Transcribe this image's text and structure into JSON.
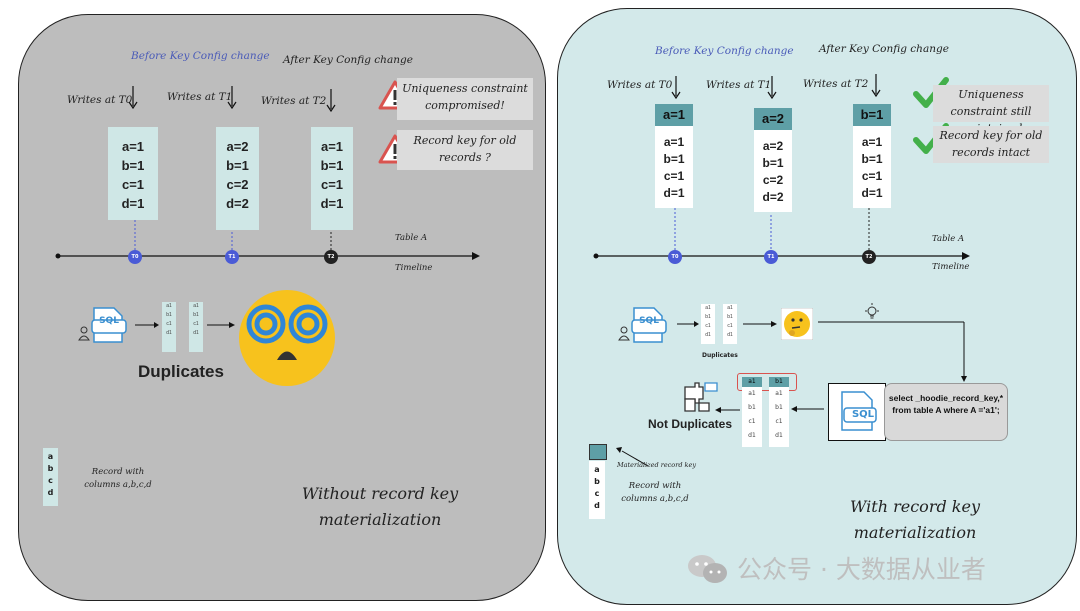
{
  "left": {
    "before_label": "Before Key Config change",
    "after_label": "After Key Config change",
    "writes": [
      "Writes at T0",
      "Writes at T1",
      "Writes at T2"
    ],
    "records": [
      [
        "a=1",
        "b=1",
        "c=1",
        "d=1"
      ],
      [
        "a=2",
        "b=1",
        "c=2",
        "d=2"
      ],
      [
        "a=1",
        "b=1",
        "c=1",
        "d=1"
      ]
    ],
    "warnings": [
      "Uniqueness constraint compromised!",
      "Record key for old records ?"
    ],
    "table_label": "Table A",
    "timeline_label": "Timeline",
    "ticks": [
      "T0",
      "T1",
      "T2"
    ],
    "sql_label": "SQL",
    "mini_records": [
      "a1",
      "b1",
      "c1",
      "d1"
    ],
    "duplicates_label": "Duplicates",
    "legend_cols": [
      "a",
      "b",
      "c",
      "d"
    ],
    "legend_text": "Record with columns a,b,c,d",
    "title": "Without record key materialization"
  },
  "right": {
    "before_label": "Before Key Config change",
    "after_label": "After Key Config change",
    "writes": [
      "Writes at T0",
      "Writes at T1",
      "Writes at T2"
    ],
    "keys": [
      "a=1",
      "a=2",
      "b=1"
    ],
    "records": [
      [
        "a=1",
        "b=1",
        "c=1",
        "d=1"
      ],
      [
        "a=2",
        "b=1",
        "c=2",
        "d=2"
      ],
      [
        "a=1",
        "b=1",
        "c=1",
        "d=1"
      ]
    ],
    "checks": [
      "Uniqueness constraint still maintained",
      "Record key for old records intact"
    ],
    "table_label": "Table A",
    "timeline_label": "Timeline",
    "ticks": [
      "T0",
      "T1",
      "T2"
    ],
    "sql_label": "SQL",
    "mini_records": [
      "a1",
      "b1",
      "c1",
      "d1"
    ],
    "duplicates_label": "Duplicates",
    "not_duplicates_label": "Not Duplicates",
    "query": "select _hoodie_record_key,* from table A where A ='a1';",
    "materialized_label": "Materialized record key",
    "legend_cols": [
      "a",
      "b",
      "c",
      "d"
    ],
    "legend_text": "Record with columns a,b,c,d",
    "title": "With record key materialization"
  },
  "watermark": "公众号 · 大数据从业者",
  "colors": {
    "left_bg": "#bdbdbd",
    "right_bg": "#d3e9ea",
    "key_header": "#5e9fa6",
    "timeline_dot": "#4a5bd6",
    "warning": "#d9534f",
    "check": "#43b04a"
  }
}
